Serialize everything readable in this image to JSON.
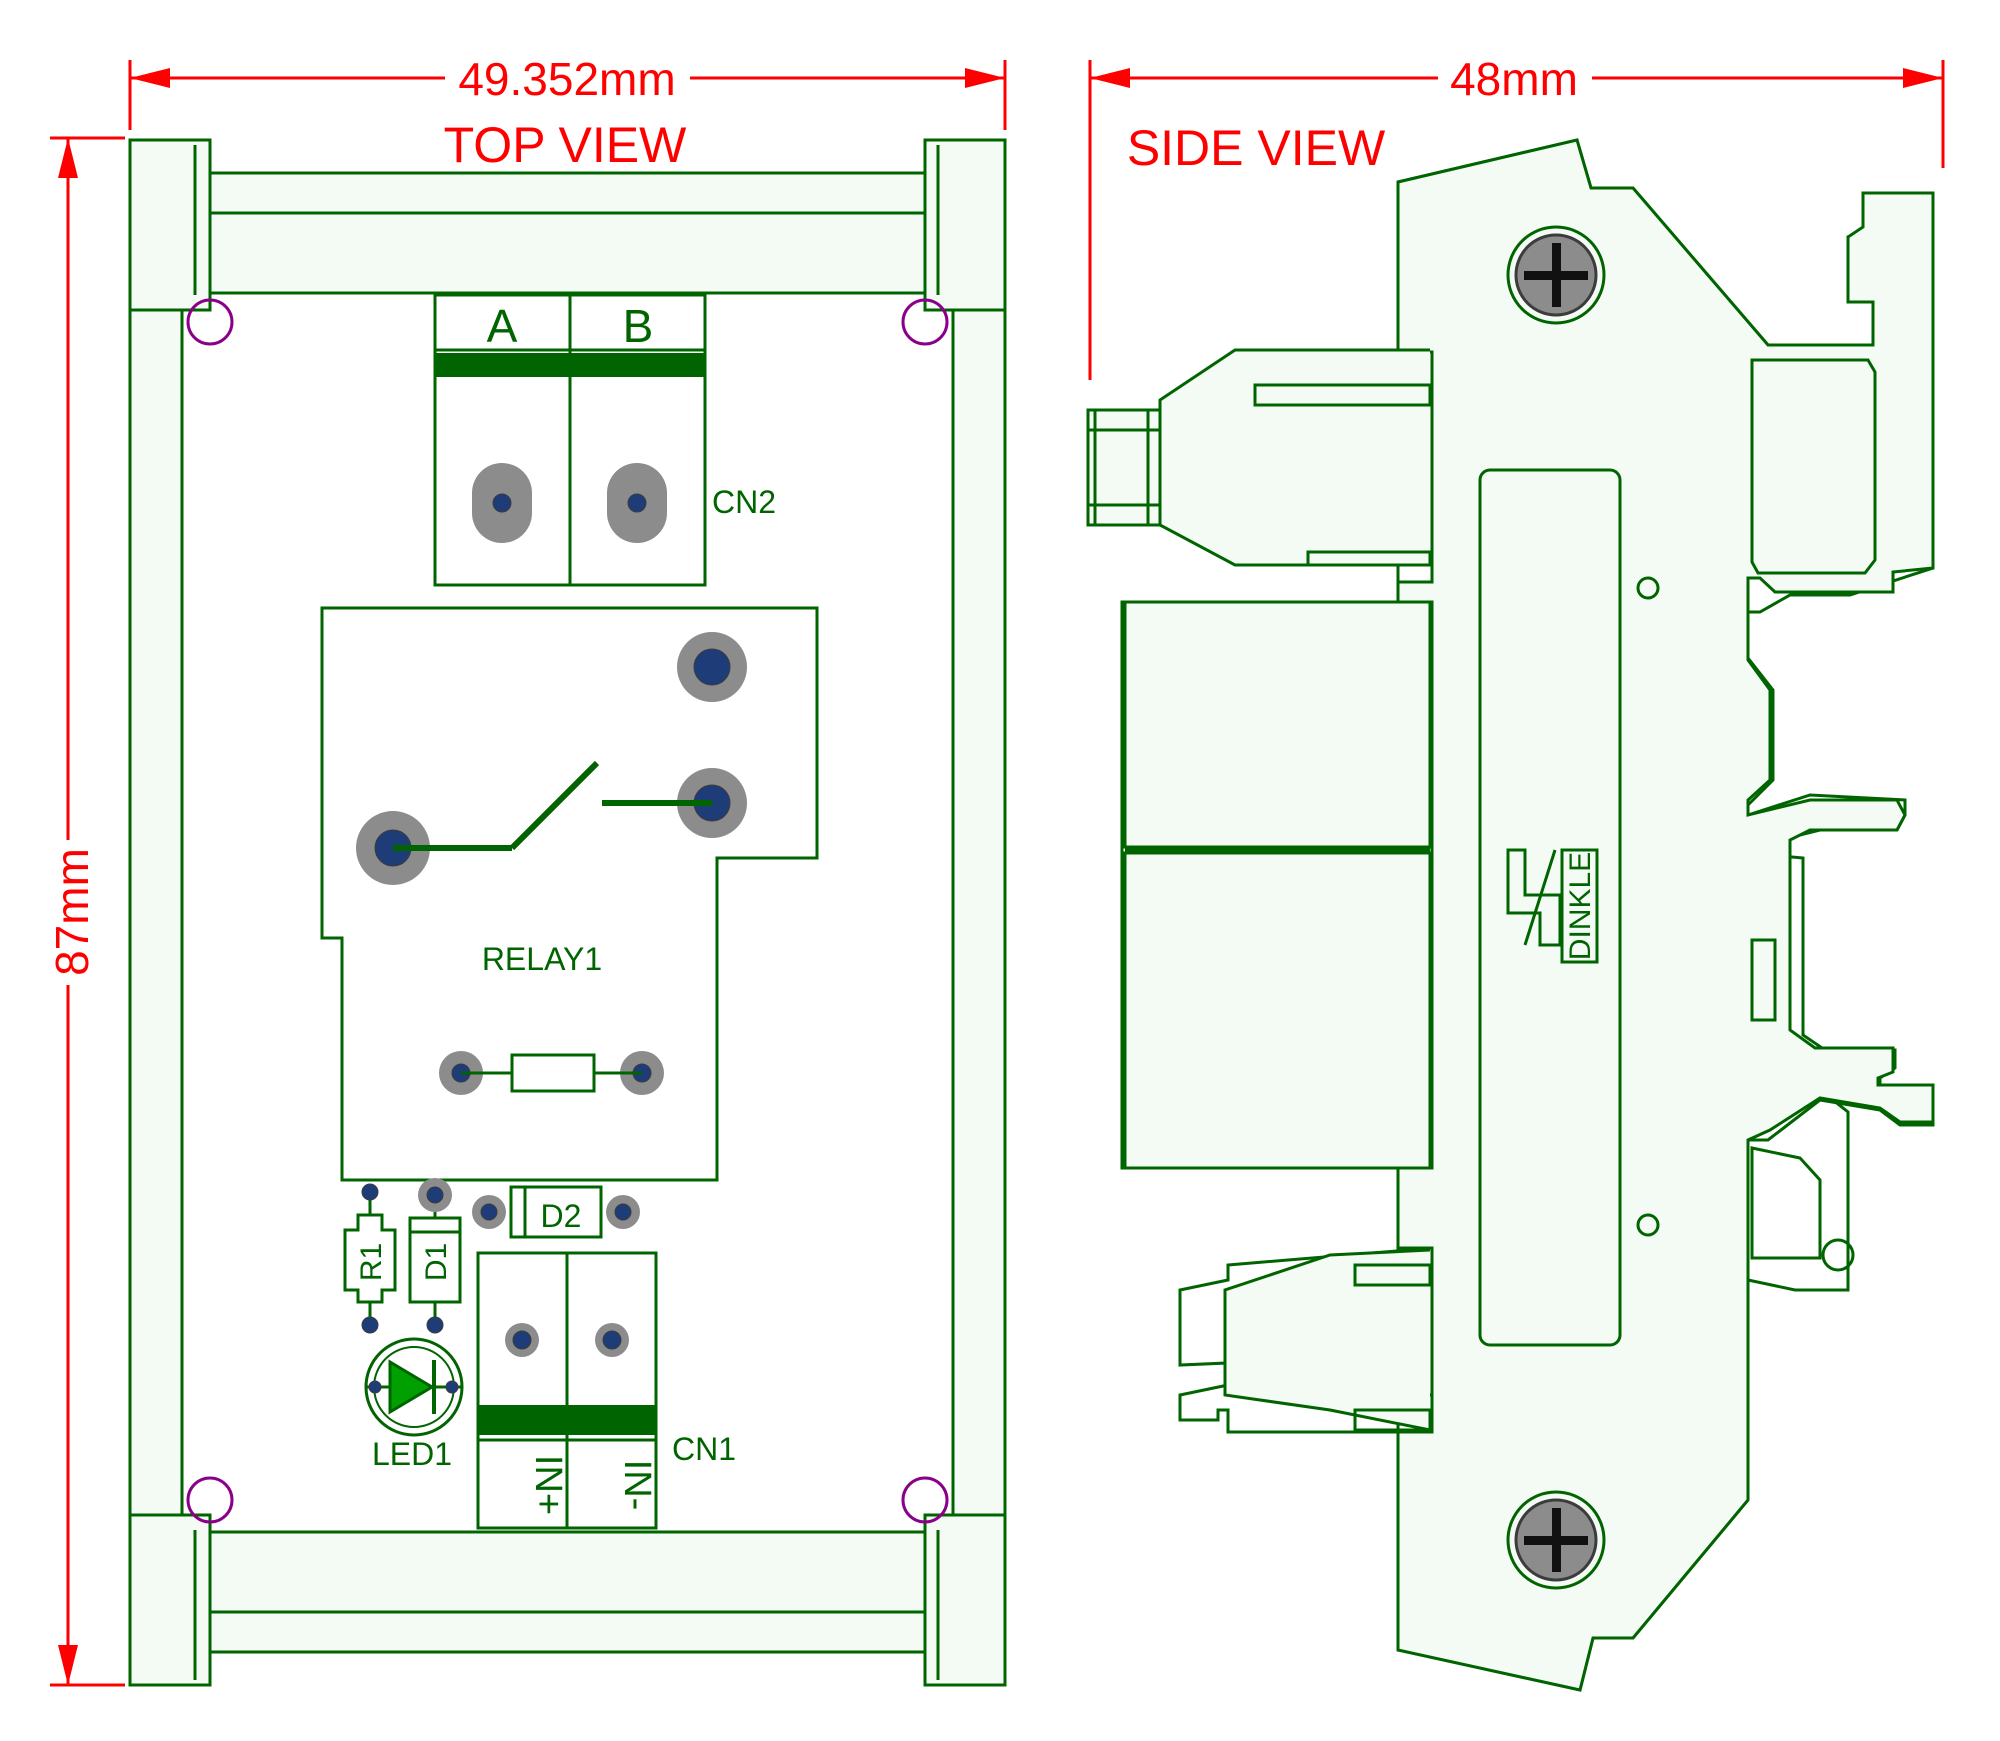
{
  "colors": {
    "outline": "#006400",
    "dimension": "#ff0000",
    "fill": "#f4fbf4",
    "pad": "#8c8c8c",
    "hole": "#1e3c78",
    "mount_hole": "#8b008b"
  },
  "dimensions": {
    "top_width": "49.352mm",
    "side_width": "48mm",
    "height": "87mm"
  },
  "views": {
    "top_title": "TOP VIEW",
    "side_title": "SIDE VIEW"
  },
  "labels": {
    "cn2_a": "A",
    "cn2_b": "B",
    "cn2": "CN2",
    "relay": "RELAY1",
    "r1": "R1",
    "d1": "D1",
    "d2": "D2",
    "led": "LED1",
    "cn1": "CN1",
    "cn1_pos": "IN+",
    "cn1_neg": "IN-",
    "brand": "DINKLE"
  }
}
